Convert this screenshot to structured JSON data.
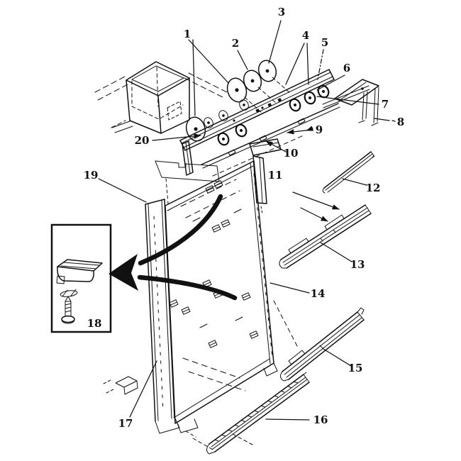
{
  "figure": {
    "kind": "exploded-parts-line-diagram",
    "background_color": "#ffffff",
    "ink_color": "#111111"
  },
  "callouts": {
    "c1": {
      "label": "1"
    },
    "c2": {
      "label": "2"
    },
    "c3": {
      "label": "3"
    },
    "c4": {
      "label": "4"
    },
    "c5": {
      "label": "5"
    },
    "c6": {
      "label": "6"
    },
    "c7": {
      "label": "7"
    },
    "c8": {
      "label": "8"
    },
    "c9": {
      "label": "9"
    },
    "c10": {
      "label": "10"
    },
    "c11": {
      "label": "11"
    },
    "c12": {
      "label": "12"
    },
    "c13": {
      "label": "13"
    },
    "c14": {
      "label": "14"
    },
    "c15": {
      "label": "15"
    },
    "c16": {
      "label": "16"
    },
    "c17": {
      "label": "17"
    },
    "c18": {
      "label": "18"
    },
    "c19": {
      "label": "19"
    },
    "c20": {
      "label": "20"
    }
  }
}
